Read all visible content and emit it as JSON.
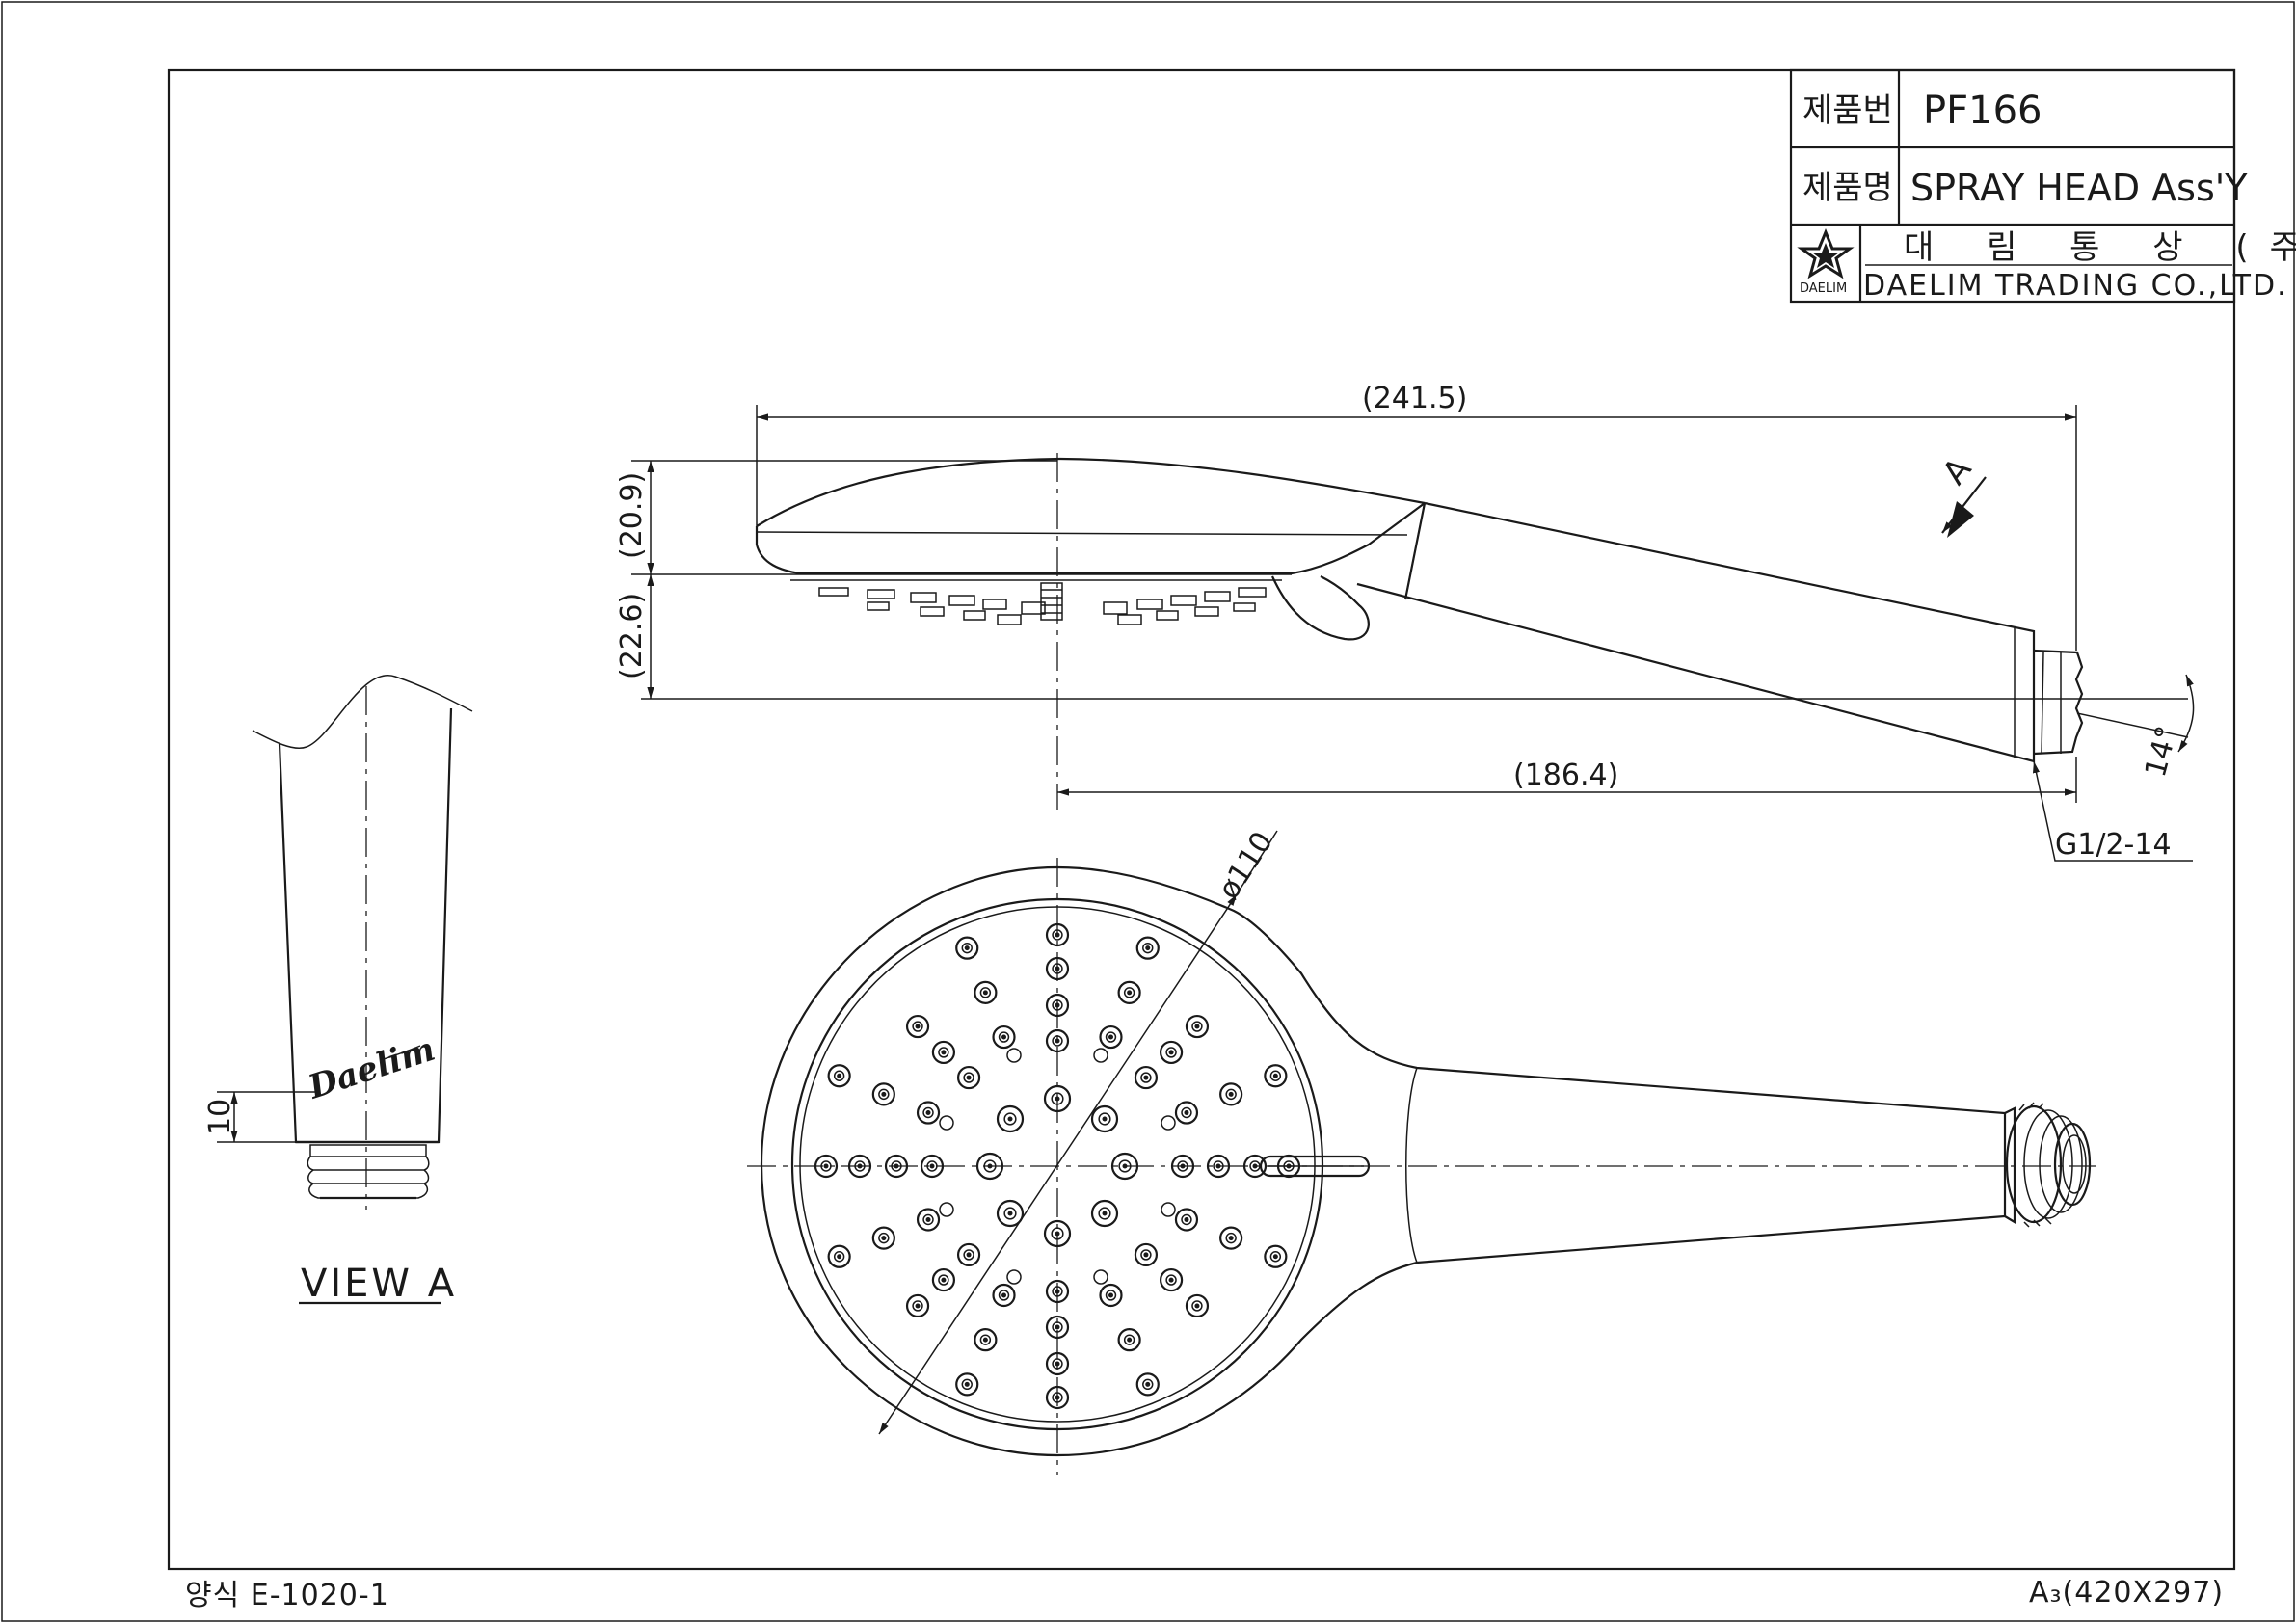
{
  "title_block": {
    "product_no_label": "제품번",
    "product_no": "PF166",
    "product_name_label": "제품명",
    "product_name": "SPRAY HEAD Ass'Y",
    "company_kr": "대 림 통 상 (주)",
    "company_en": "DAELIM TRADING CO.,LTD.",
    "logo_text": "DAELIM"
  },
  "dimensions": {
    "overall_length": "(241.5)",
    "handle_length": "(186.4)",
    "head_upper": "(20.9)",
    "head_lower": "(22.6)",
    "diameter": "ø110",
    "angle": "14°",
    "thread": "G1/2-14",
    "view_a_height": "10"
  },
  "labels": {
    "view_marker": "A",
    "view_title": "VIEW A",
    "brand_script": "Daelim"
  },
  "footer": {
    "form_no": "양식 E-1020-1",
    "sheet_size": "A₃(420X297)"
  }
}
